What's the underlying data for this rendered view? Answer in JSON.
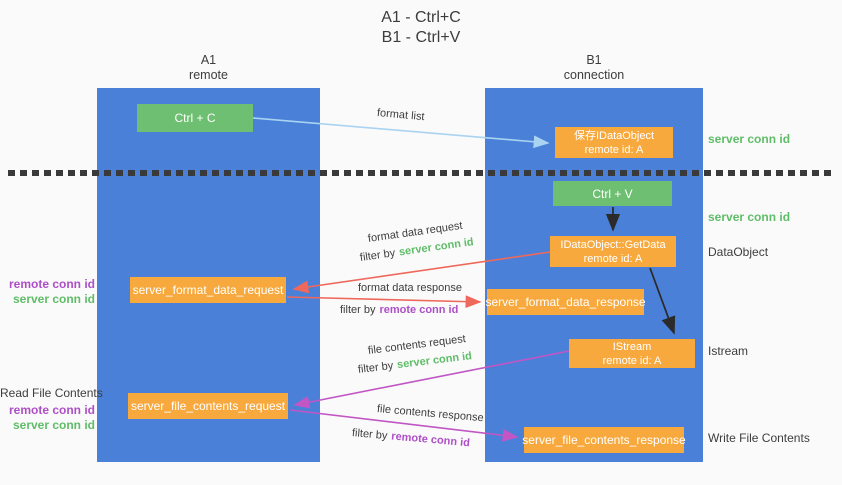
{
  "title": {
    "line1": "A1 - Ctrl+C",
    "line2": "B1 - Ctrl+V"
  },
  "columns": {
    "left": {
      "name": "A1",
      "subtitle": "remote"
    },
    "right": {
      "name": "B1",
      "subtitle": "connection"
    }
  },
  "nodes": {
    "ctrl_c": "Ctrl + C",
    "ctrl_v": "Ctrl + V",
    "save_idataobject": {
      "line1": "保存IDataObject",
      "line2": "remote id: A"
    },
    "getdata": {
      "line1": "IDataObject::GetData",
      "line2": "remote id: A"
    },
    "istream": {
      "line1": "IStream",
      "line2": "remote id: A"
    },
    "format_request": "server_format_data_request",
    "format_response": "server_format_data_response",
    "file_request": "server_file_contents_request",
    "file_response": "server_file_contents_response"
  },
  "flow_labels": {
    "format_list": "format list",
    "format_data_request": "format data request",
    "format_data_response": "format data response",
    "file_contents_request": "file contents request",
    "file_contents_response": "file contents response",
    "filter_by": "filter by",
    "server_conn_id": "server conn id",
    "remote_conn_id": "remote conn id"
  },
  "side_labels": {
    "right_server_conn_id_top": "server conn id",
    "right_server_conn_id_mid": "server conn id",
    "right_dataobject": "DataObject",
    "right_istream": "Istream",
    "right_write_file_contents": "Write File Contents",
    "left_remote_conn_id_top": "remote conn id",
    "left_server_conn_id_top": "server conn id",
    "left_read_file_contents": "Read File Contents",
    "left_remote_conn_id_bottom": "remote conn id",
    "left_server_conn_id_bottom": "server conn id"
  },
  "colors": {
    "lane_blue": "#4a80d8",
    "node_green": "#6ebf71",
    "node_orange": "#f7a93e",
    "arrow_light_blue": "#a9d3f1",
    "arrow_red": "#ef685c",
    "arrow_magenta": "#c156c4",
    "arrow_black": "#2b2b2b",
    "text_green": "#5fbd68",
    "text_purple": "#ae4fc7",
    "text_dark": "#3d3d3d"
  }
}
